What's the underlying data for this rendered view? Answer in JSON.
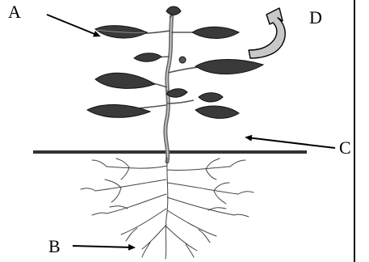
{
  "labels": {
    "a": "A",
    "b": "B",
    "c": "C",
    "d": "D"
  },
  "colors": {
    "ink": "#000000",
    "leaf": "#3d3d3d",
    "stem": "#8a8a8a",
    "arrow_fill": "#c8c8c8",
    "background": "#ffffff"
  }
}
